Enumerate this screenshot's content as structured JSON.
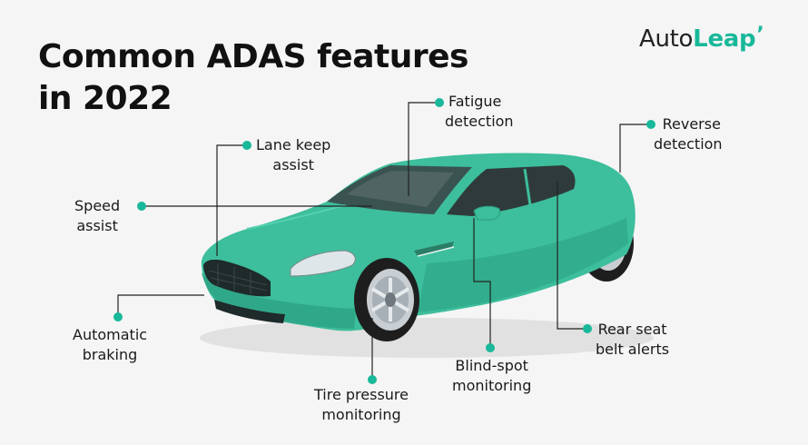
{
  "title": {
    "line1": "Common ADAS features",
    "line2": "in 2022"
  },
  "logo": {
    "part1": "Auto",
    "part2": "Leap",
    "mark": "ʼ"
  },
  "colors": {
    "accent": "#19b89a",
    "car_body": "#3dbe9c",
    "car_dark": "#2a9c7e",
    "leader_line": "#222222",
    "background": "#f5f5f5"
  },
  "features": {
    "fatigue": {
      "line1": "Fatigue",
      "line2": "detection"
    },
    "reverse": {
      "line1": "Reverse",
      "line2": "detection"
    },
    "lane": {
      "line1": "Lane keep",
      "line2": "assist"
    },
    "speed": {
      "line1": "Speed",
      "line2": "assist"
    },
    "braking": {
      "line1": "Automatic",
      "line2": "braking"
    },
    "tire": {
      "line1": "Tire pressure",
      "line2": "monitoring"
    },
    "blind": {
      "line1": "Blind-spot",
      "line2": "monitoring"
    },
    "rear": {
      "line1": "Rear seat",
      "line2": "belt alerts"
    }
  }
}
